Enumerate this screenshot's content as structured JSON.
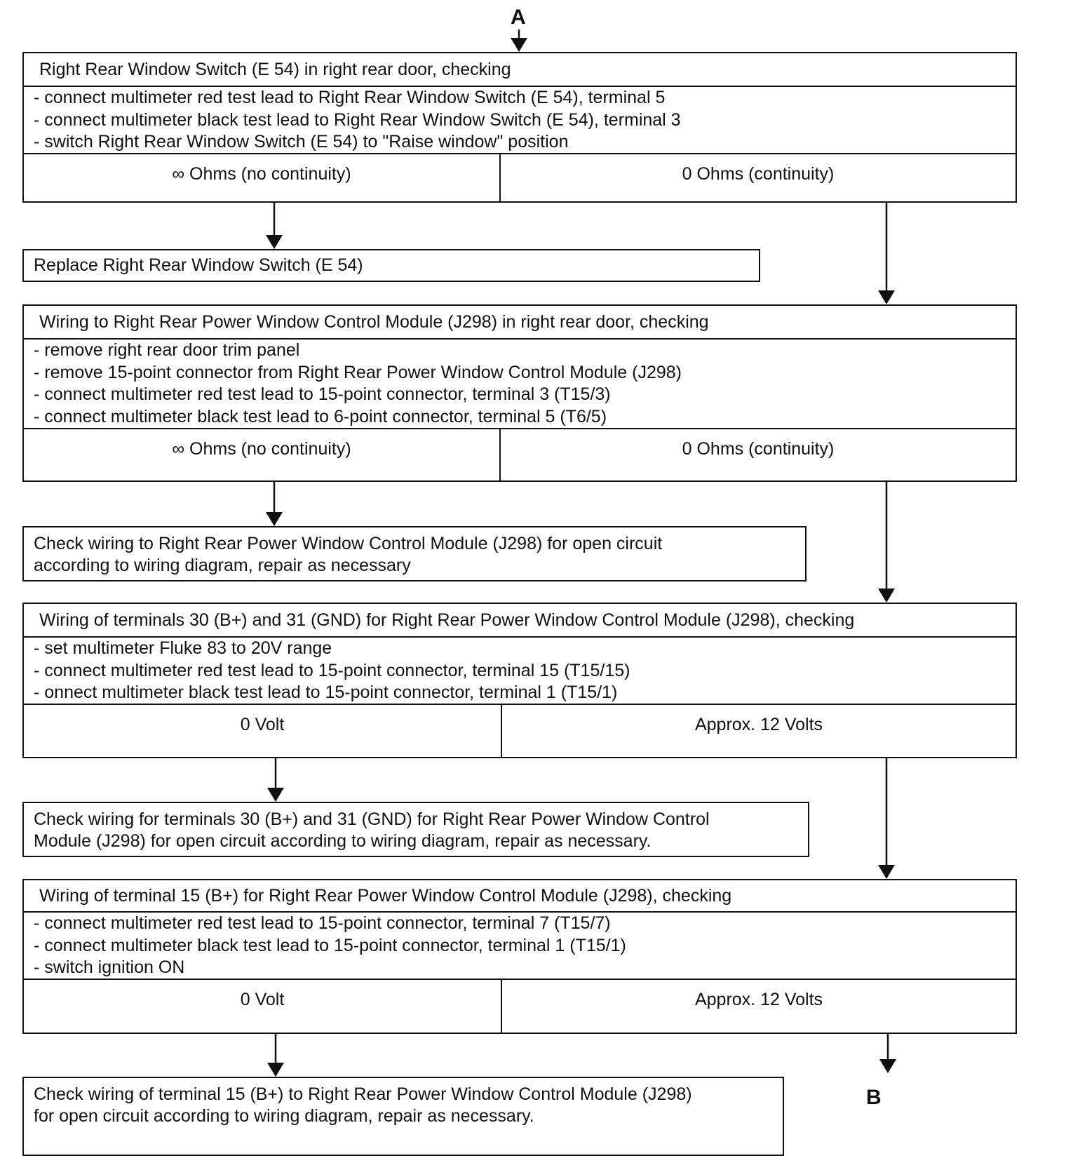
{
  "start_label": "A",
  "end_label": "B",
  "tests": [
    {
      "header": "Right Rear Window Switch (E 54) in right rear door, checking",
      "steps": [
        "-  connect multimeter red test lead to  Right Rear Window Switch (E 54), terminal 5",
        "-  connect multimeter black test lead to  Right Rear Window Switch (E 54), terminal 3",
        "-  switch  Right Rear Window Switch (E 54) to \"Raise window\" position"
      ],
      "result_left": "∞ Ohms  (no continuity)",
      "result_right": "0 Ohms  (continuity)",
      "action": [
        "Replace Right Rear Window Switch (E 54)"
      ]
    },
    {
      "header": "Wiring to Right  Rear Power Window Control Module (J298) in right rear door, checking",
      "steps": [
        "-  remove right rear door trim panel",
        "-  remove 15-point connector from Right  Rear Power Window Control Module (J298)",
        "-  connect multimeter red test lead to 15-point connector,  terminal 3 (T15/3)",
        "-  connect multimeter black test lead to 6-point connector,  terminal 5 (T6/5)"
      ],
      "result_left": "∞ Ohms  (no continuity)",
      "result_right": "0 Ohms  (continuity)",
      "action": [
        "Check wiring to Right  Rear Power Window Control Module (J298) for open circuit",
        " according to wiring diagram, repair as necessary"
      ]
    },
    {
      "header": "Wiring of terminals 30 (B+) and 31 (GND) for Right  Rear Power Window Control Module (J298), checking",
      "steps": [
        "-  set multimeter Fluke 83 to 20V range",
        "-  connect multimeter red test lead to 15-point connector, terminal 15 (T15/15)",
        "-  onnect multimeter black test lead to 15-point connector, terminal 1  (T15/1)"
      ],
      "result_left": "0 Volt",
      "result_right": "Approx. 12 Volts",
      "action": [
        "Check wiring for terminals 30 (B+) and 31 (GND) for Right  Rear Power Window Control",
        " Module (J298) for open circuit  according to wiring diagram, repair as necessary."
      ]
    },
    {
      "header": "Wiring of terminal 15 (B+) for Right  Rear Power Window Control Module (J298), checking",
      "steps": [
        "-  connect multimeter red test lead to 15-point connector, terminal 7 (T15/7)",
        "-  connect multimeter black test lead to 15-point connector, terminal 1 (T15/1)",
        "-  switch ignition ON"
      ],
      "result_left": "0 Volt",
      "result_right": "Approx. 12 Volts",
      "action": [
        "Check wiring of terminal 15 (B+) to Right  Rear Power Window Control Module (J298)",
        "for open circuit  according to wiring diagram,  repair as necessary."
      ]
    }
  ]
}
